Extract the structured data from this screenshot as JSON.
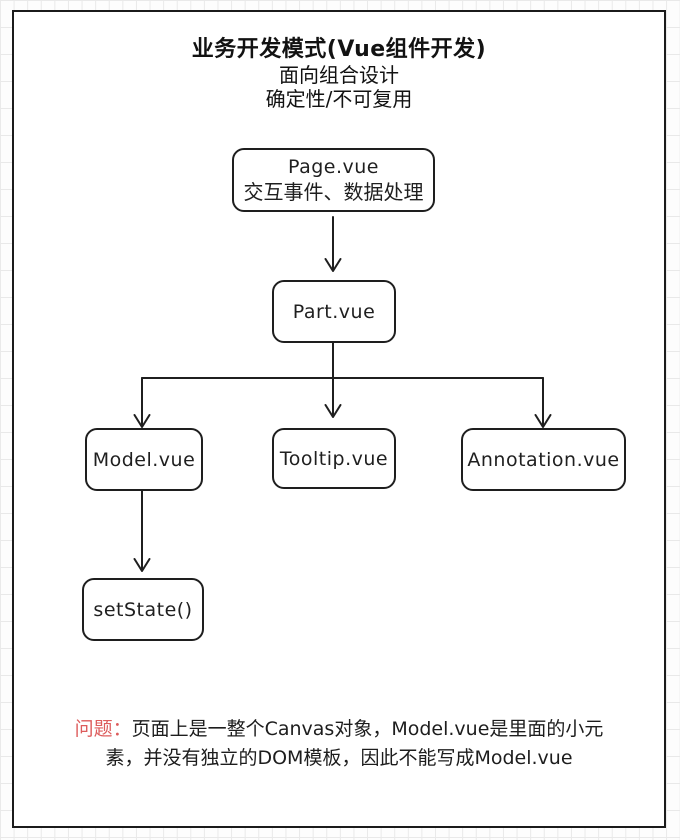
{
  "header": {
    "title": "业务开发模式(Vue组件开发)",
    "subtitle1": "面向组合设计",
    "subtitle2": "确定性/不可复用"
  },
  "diagram": {
    "nodes": {
      "page": {
        "label": "Page.vue",
        "sublabel": "交互事件、数据处理"
      },
      "part": {
        "label": "Part.vue"
      },
      "model": {
        "label": "Model.vue"
      },
      "tooltip": {
        "label": "Tooltip.vue"
      },
      "annotation": {
        "label": "Annotation.vue"
      },
      "setstate": {
        "label": "setState()"
      }
    },
    "edges": [
      {
        "from": "Page.vue",
        "to": "Part.vue"
      },
      {
        "from": "Part.vue",
        "to": "Model.vue"
      },
      {
        "from": "Part.vue",
        "to": "Tooltip.vue"
      },
      {
        "from": "Part.vue",
        "to": "Annotation.vue"
      },
      {
        "from": "Model.vue",
        "to": "setState()"
      }
    ]
  },
  "note": {
    "label": "问题：",
    "line1_rest": "页面上是一整个Canvas对象，Model.vue是里面的小元",
    "line2": "素，并没有独立的DOM模板，因此不能写成Model.vue"
  },
  "colors": {
    "ink": "#1f1f1f",
    "note_label_red": "#dd5c5c",
    "grid_line": "#e9e9e9",
    "canvas_bg": "#ffffff"
  }
}
